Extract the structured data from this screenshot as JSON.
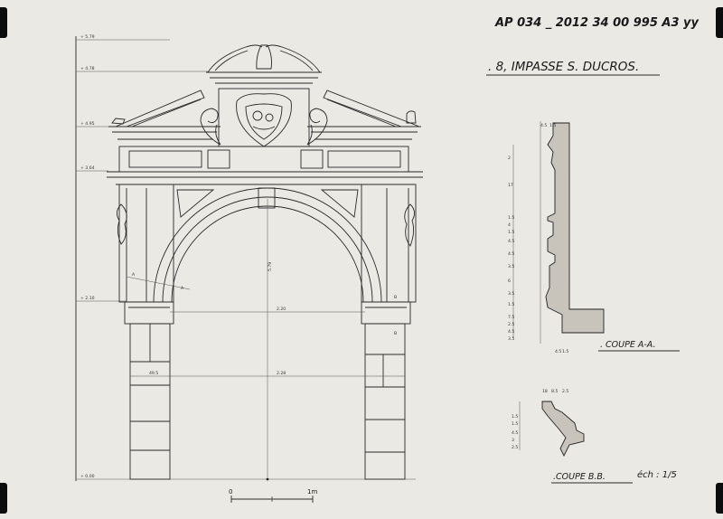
{
  "sheet": {
    "reference": "AP 034 _ 2012 34 00 995 A3 yy",
    "title": ". 8, IMPASSE  S. DUCROS."
  },
  "elevation": {
    "level_marks": [
      "+ 5.79",
      "+ 4.78",
      "+ 4.95",
      "+ 3.64",
      "+ 2.10",
      "+ 0.00"
    ],
    "dimensions": {
      "arch_height": "5.79",
      "span_upper": "2.20",
      "span_lower": "2.28",
      "jamb": "49.5"
    },
    "section_marks": {
      "a": "A",
      "b": "B"
    },
    "scale_bar": {
      "start": "0",
      "end": "1m"
    }
  },
  "section_aa": {
    "label": ". COUPE  A-A.",
    "top_dims": [
      "4.5",
      "1.5"
    ],
    "side_dims": [
      "2",
      "17",
      "1.5",
      "4",
      "1.5",
      "4.5",
      "4.5",
      "3.5",
      "6",
      "3.5",
      "1.5",
      "7.5",
      "2.5",
      "4.5",
      "3.5"
    ],
    "bottom_dims": [
      "4.5",
      "1.5"
    ]
  },
  "section_bb": {
    "label": ".COUPE  B.B.",
    "top_dims": [
      "18",
      "8.5",
      "2.5"
    ],
    "side_dims": [
      "1.5",
      "1.5",
      "4.5",
      "3",
      "2.5"
    ],
    "scale": "éch : 1/5"
  }
}
